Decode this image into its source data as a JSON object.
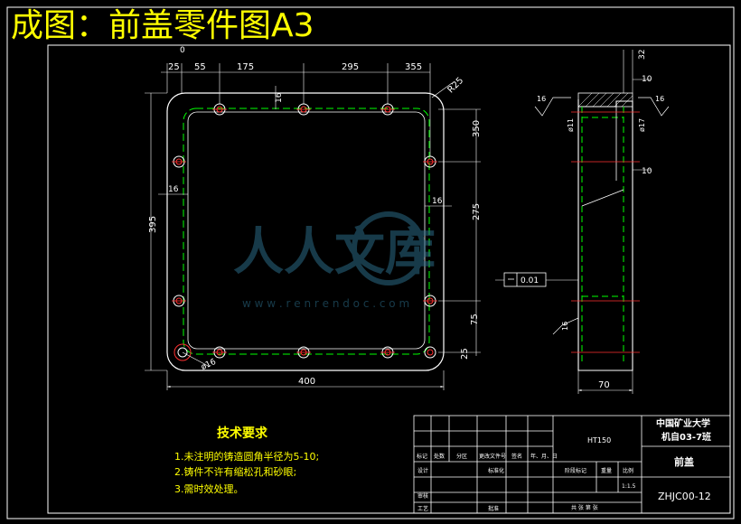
{
  "header": {
    "title": "成图：前盖零件图A3"
  },
  "front_view": {
    "dims_top": [
      "25",
      "55",
      "175",
      "295",
      "355"
    ],
    "dim_small_16_top": "16",
    "radius_label": "R25",
    "dim_left_height": "395",
    "dim_left_16": "16",
    "dim_right_350": "350",
    "dim_right_16": "16",
    "dim_right_275": "275",
    "dim_right_75": "75",
    "dim_right_25": "25",
    "dim_bottom_width": "400",
    "hole_label": "ø16",
    "origin_zero": "0"
  },
  "side_view": {
    "dim_top_32": "32",
    "dim_10_a": "10",
    "dim_16_left": "16",
    "dim_16_right": "16",
    "dim_phi11": "ø11",
    "dim_phi17": "ø17",
    "dim_10_b": "10",
    "tolerance": "0.01",
    "dim_16_bottom": "16",
    "dim_width_70": "70"
  },
  "tech_requirements": {
    "title": "技术要求",
    "items": [
      "1.未注明的铸造圆角半径为5-10;",
      "2.铸件不许有缩松孔和砂眼;",
      "3.需时效处理。"
    ]
  },
  "title_block": {
    "school": "中国矿业大学",
    "class": "机自03-7班",
    "part_name": "前盖",
    "drawing_no": "ZHJC00-12",
    "material": "HT150",
    "scale": "1:1.5",
    "row_labels": [
      "标记",
      "处数",
      "分区",
      "更改文件号",
      "签名",
      "年、月、日"
    ],
    "row_design": "设计",
    "row_std": "标准化",
    "row_check": "审核",
    "row_process": "工艺",
    "row_approve": "批准",
    "stage_label": "阶段标记",
    "weight_label": "重量",
    "scale_label": "比例",
    "sheet_label": "共 张 第 张"
  },
  "watermark": {
    "text": "人人文库",
    "url": "w w w . r e n r e n d o c . c o m"
  }
}
